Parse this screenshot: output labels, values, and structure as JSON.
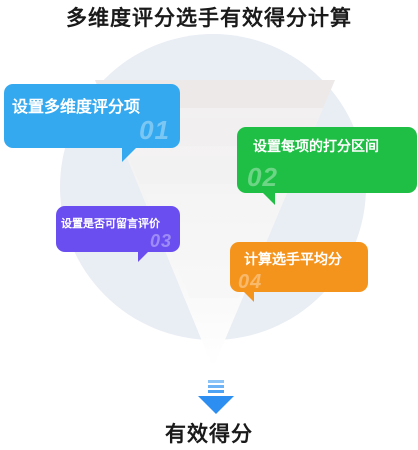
{
  "title": "多维度评分选手有效得分计算",
  "steps": [
    {
      "label": "设置多维度评分项",
      "number": "01",
      "color": "#35a9ef"
    },
    {
      "label": "设置每项的打分区间",
      "number": "02",
      "color": "#1fbf45"
    },
    {
      "label": "设置是否可留言评价",
      "number": "03",
      "color": "#6b4ef0"
    },
    {
      "label": "计算选手平均分",
      "number": "04",
      "color": "#f5941d"
    }
  ],
  "result": "有效得分",
  "icons": {
    "down_arrow": "down-arrow-icon"
  },
  "colors": {
    "background_circle": "#e9edf4",
    "funnel": "#f3f3f3",
    "arrow": "#2b8ef0"
  }
}
